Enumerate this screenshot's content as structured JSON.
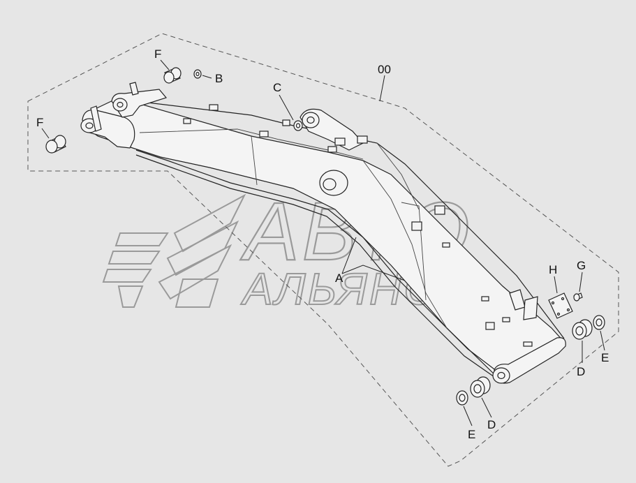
{
  "watermark": {
    "line1": "АВТО",
    "line2": "АЛЬЯНС"
  },
  "callouts": {
    "assembly": "00",
    "arm": "A",
    "b": "B",
    "c": "C",
    "f_upper": "F",
    "f_left": "F",
    "h": "H",
    "g": "G",
    "d_right": "D",
    "e_right": "E",
    "d_bottom": "D",
    "e_bottom": "E"
  }
}
